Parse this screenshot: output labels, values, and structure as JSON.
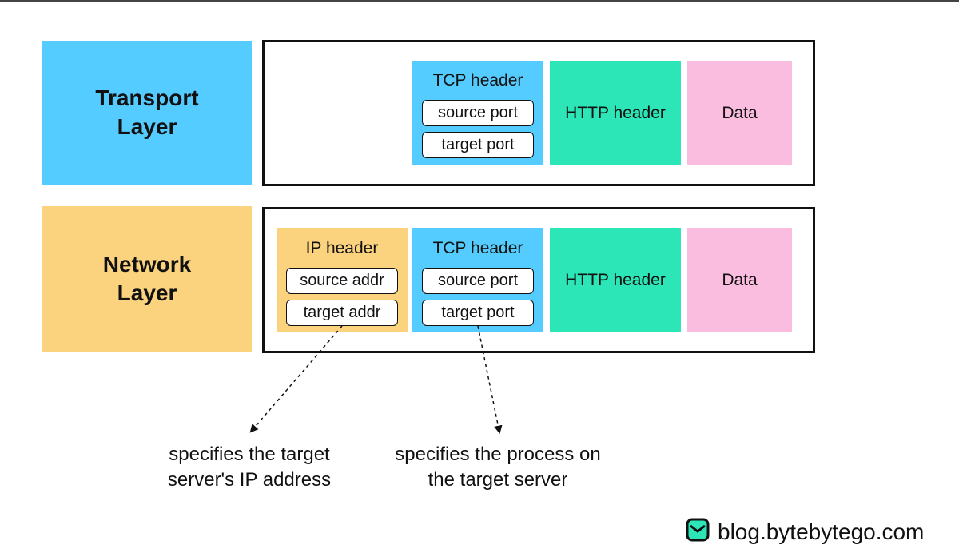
{
  "colors": {
    "transport": "#55CCFF",
    "network": "#FBD27E",
    "tcp": "#55CCFF",
    "ip": "#FBD27E",
    "http": "#2CE6B7",
    "data": "#FBBDDF"
  },
  "transport": {
    "label": "Transport\nLayer",
    "tcp": {
      "title": "TCP header",
      "field1": "source port",
      "field2": "target port"
    },
    "http": "HTTP header",
    "data": "Data"
  },
  "network": {
    "label": "Network\nLayer",
    "ip": {
      "title": "IP header",
      "field1": "source addr",
      "field2": "target addr"
    },
    "tcp": {
      "title": "TCP header",
      "field1": "source port",
      "field2": "target port"
    },
    "http": "HTTP header",
    "data": "Data"
  },
  "notes": {
    "ip": "specifies the target\nserver's IP address",
    "port": "specifies the process on\nthe target server"
  },
  "footer": {
    "brand": "blog.bytebytego.com",
    "icon": "bytebytego-logo-icon"
  }
}
